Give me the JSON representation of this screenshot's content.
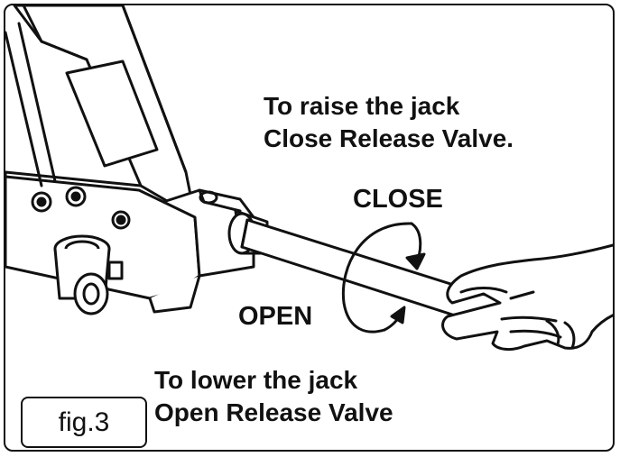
{
  "raise_instruction": {
    "line1": "To raise the jack",
    "line2": "Close Release Valve."
  },
  "lower_instruction": {
    "line1": "To lower the jack",
    "line2": "Open Release Valve"
  },
  "direction_labels": {
    "close": "CLOSE",
    "open": "OPEN"
  },
  "figure_label": "fig.3",
  "colors": {
    "ink": "#111111",
    "background": "#ffffff"
  }
}
